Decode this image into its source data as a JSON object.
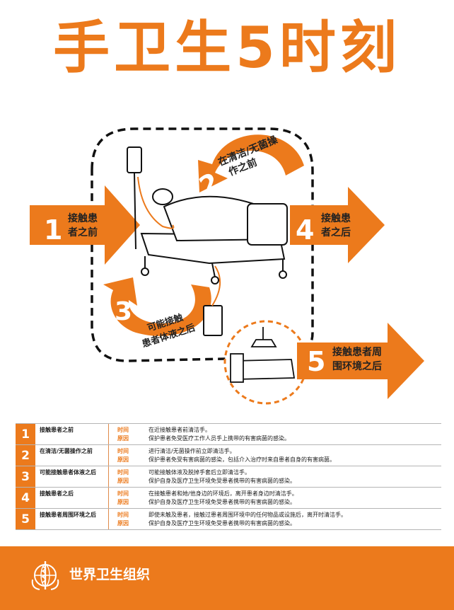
{
  "title": "手卫生5时刻",
  "moments": [
    {
      "number": "1",
      "line1": "接触患",
      "line2": "者之前"
    },
    {
      "number": "2",
      "line1": "在清洁/无菌操",
      "line2": "作之前"
    },
    {
      "number": "3",
      "line1": "可能接触",
      "line2": "患者体液之后"
    },
    {
      "number": "4",
      "line1": "接触患",
      "line2": "者之后"
    },
    {
      "number": "5",
      "line1": "接触患者周",
      "line2": "围环境之后"
    }
  ],
  "table": {
    "key_when": "时间",
    "key_why": "原因",
    "rows": [
      {
        "number": "1",
        "label": "接触患者之前",
        "when": "在近接触患者前清洁手。",
        "why": "保护患者免受医疗工作人员手上携带的有害病菌的感染。"
      },
      {
        "number": "2",
        "label": "在清洁/无菌操作之前",
        "when": "进行清洁/无菌操作前立即清洁手。",
        "why": "保护患者免受有害病菌的感染，包括介入治疗时来自患者自身的有害病菌。"
      },
      {
        "number": "3",
        "label": "可能接触患者体液之后",
        "when": "可能接触体液及脱掉手套后立即清洁手。",
        "why": "保护自身及医疗卫生环境免受患者携带的有害病菌的感染。"
      },
      {
        "number": "4",
        "label": "接触患者之后",
        "when": "在接触患者和她/他身边的环境后，离开患者身边时清洁手。",
        "why": "保护自身及医疗卫生环境免受患者携带的有害病菌的感染。"
      },
      {
        "number": "5",
        "label": "接触患者周围环境之后",
        "when": "即使未触及患者，接触过患者周围环境中的任何物品或设施后，离开时清洁手。",
        "why": "保护自身及医疗卫生环境免受患者携带的有害病菌的感染。"
      }
    ]
  },
  "footer": {
    "org_name": "世界卫生组织",
    "logo_icon": "who-emblem-icon"
  },
  "colors": {
    "orange": "#ec7a1c",
    "white": "#ffffff",
    "black": "#000000"
  }
}
